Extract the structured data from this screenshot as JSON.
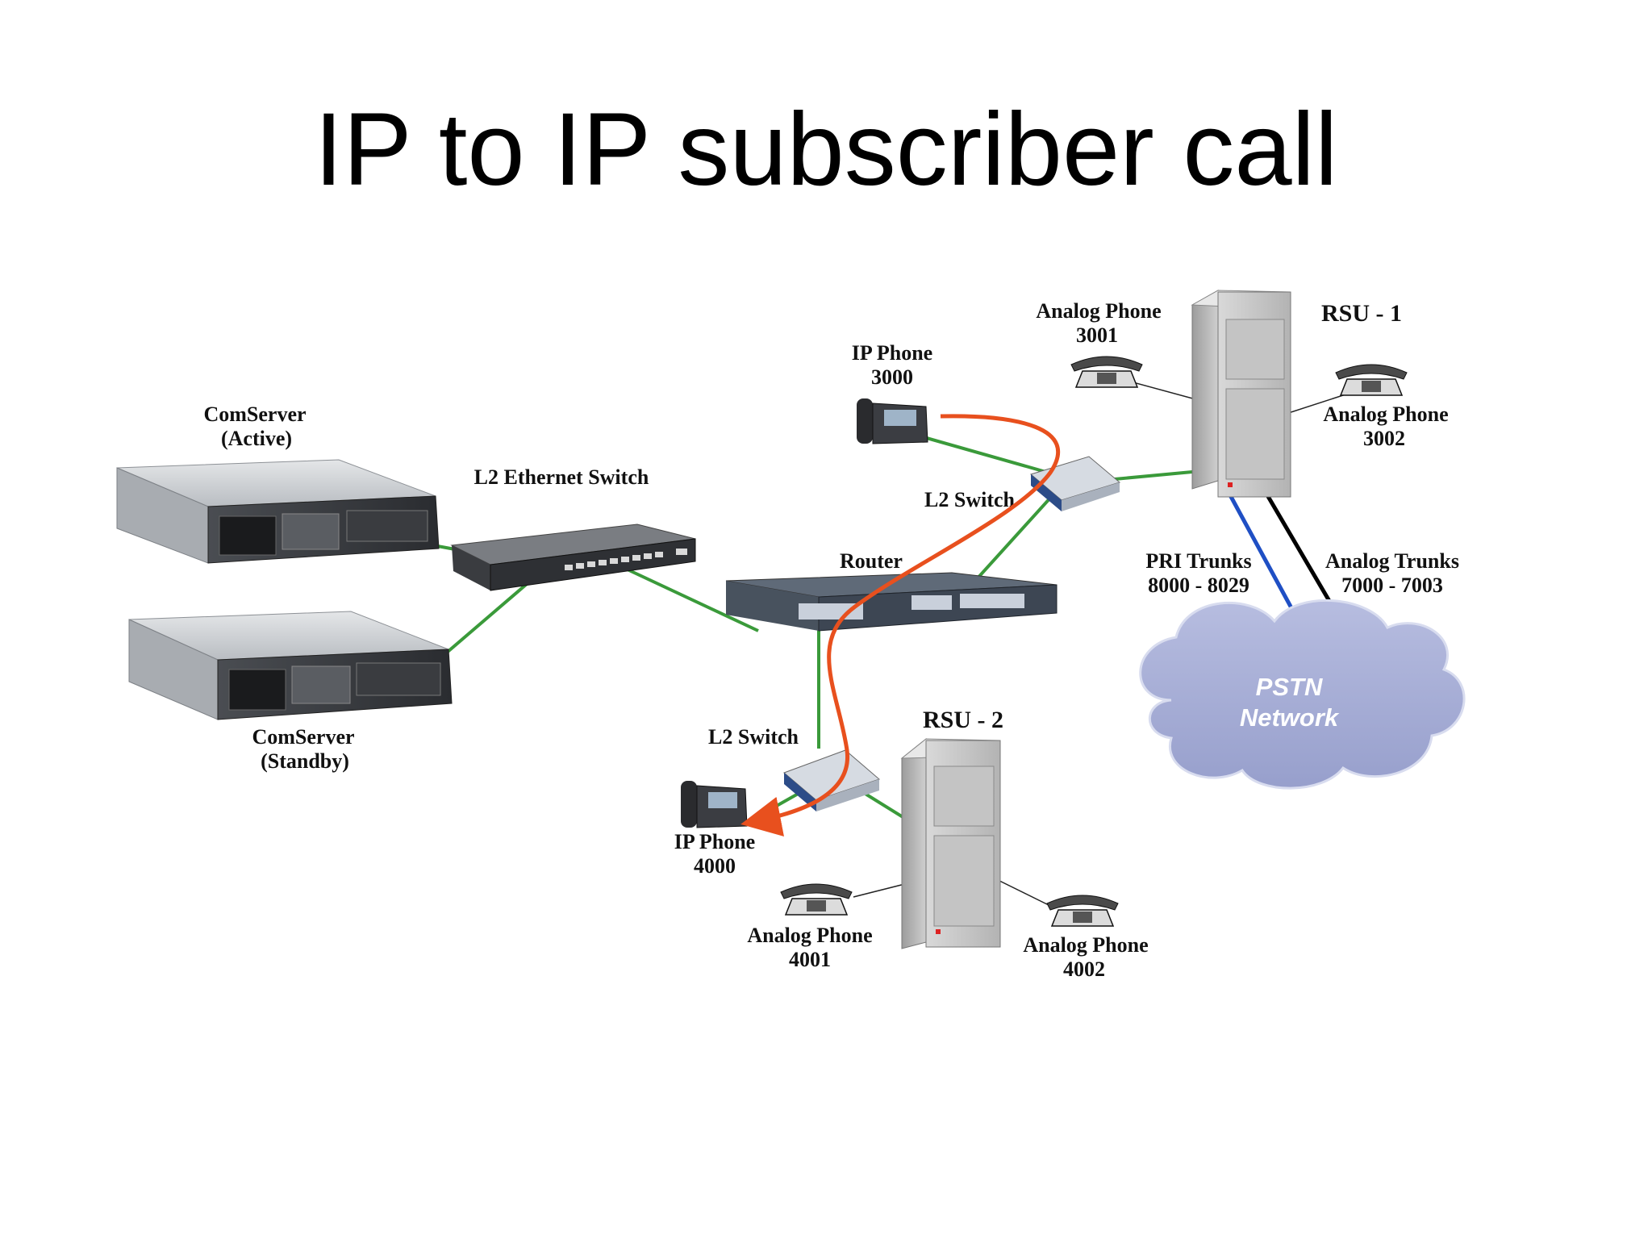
{
  "title": "IP to IP subscriber call",
  "nodes": {
    "comserver_active": {
      "name": "ComServer",
      "sub": "(Active)"
    },
    "comserver_standby": {
      "name": "ComServer",
      "sub": "(Standby)"
    },
    "l2_ethernet_switch": {
      "name": "L2 Ethernet Switch"
    },
    "router": {
      "name": "Router"
    },
    "l2_switch_top": {
      "name": "L2 Switch"
    },
    "l2_switch_bottom": {
      "name": "L2 Switch"
    },
    "ip_phone_3000": {
      "name": "IP Phone",
      "number": "3000"
    },
    "ip_phone_4000": {
      "name": "IP Phone",
      "number": "4000"
    },
    "rsu1": {
      "name": "RSU - 1"
    },
    "rsu2": {
      "name": "RSU - 2"
    },
    "analog_3001": {
      "name": "Analog Phone",
      "number": "3001"
    },
    "analog_3002": {
      "name": "Analog Phone",
      "number": "3002"
    },
    "analog_4001": {
      "name": "Analog Phone",
      "number": "4001"
    },
    "analog_4002": {
      "name": "Analog Phone",
      "number": "4002"
    },
    "pri_trunks": {
      "name": "PRI Trunks",
      "range": "8000 - 8029"
    },
    "analog_trunks": {
      "name": "Analog Trunks",
      "range": "7000 - 7003"
    },
    "pstn": {
      "line1": "PSTN",
      "line2": "Network"
    }
  },
  "colors": {
    "ethernet_link": "#3a9a3a",
    "call_path": "#e8501e",
    "pri_link": "#1f4fc4",
    "analog_link": "#000000",
    "pstn_cloud": "#aab1d8"
  }
}
